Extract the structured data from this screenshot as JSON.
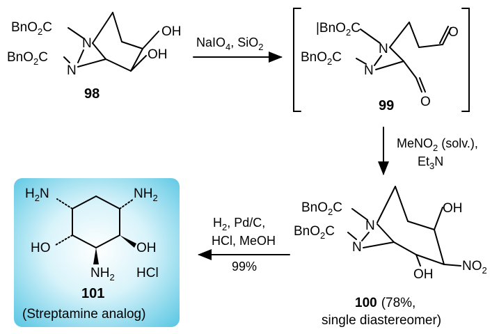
{
  "compounds": {
    "c98": {
      "id": "98",
      "top_ester": "BnO2C",
      "bottom_ester": "BnO2C",
      "n1": "N",
      "n2": "N",
      "oh1": "OH",
      "oh2": "OH"
    },
    "c99": {
      "id": "99",
      "top_ester": "BnO2C",
      "bottom_ester": "BnO2C",
      "n1": "N",
      "n2": "N",
      "o1": "O",
      "o2": "O"
    },
    "c100": {
      "id": "100",
      "yield_note": "(78%,",
      "note2": "single diastereomer)",
      "top_ester": "BnO2C",
      "bottom_ester": "BnO2C",
      "n1": "N",
      "n2": "N",
      "oh1": "OH",
      "oh2": "OH",
      "no2": "NO2"
    },
    "c101": {
      "id": "101",
      "subtitle": "(Streptamine analog)",
      "nh2_a": "H2N",
      "nh2_b": "NH2",
      "nh2_c": "NH2",
      "ho": "HO",
      "oh": "OH",
      "hcl": "HCl",
      "box_color_top": "#5ec8e4",
      "box_color_mid": "#eaf9fd"
    }
  },
  "steps": {
    "s1": {
      "reagents": "NaIO4, SiO2"
    },
    "s2": {
      "line1": "MeNO2 (solv.),",
      "line2": "Et3N"
    },
    "s3": {
      "line1": "H2, Pd/C,",
      "line2": "HCl, MeOH",
      "yield": "99%"
    }
  }
}
